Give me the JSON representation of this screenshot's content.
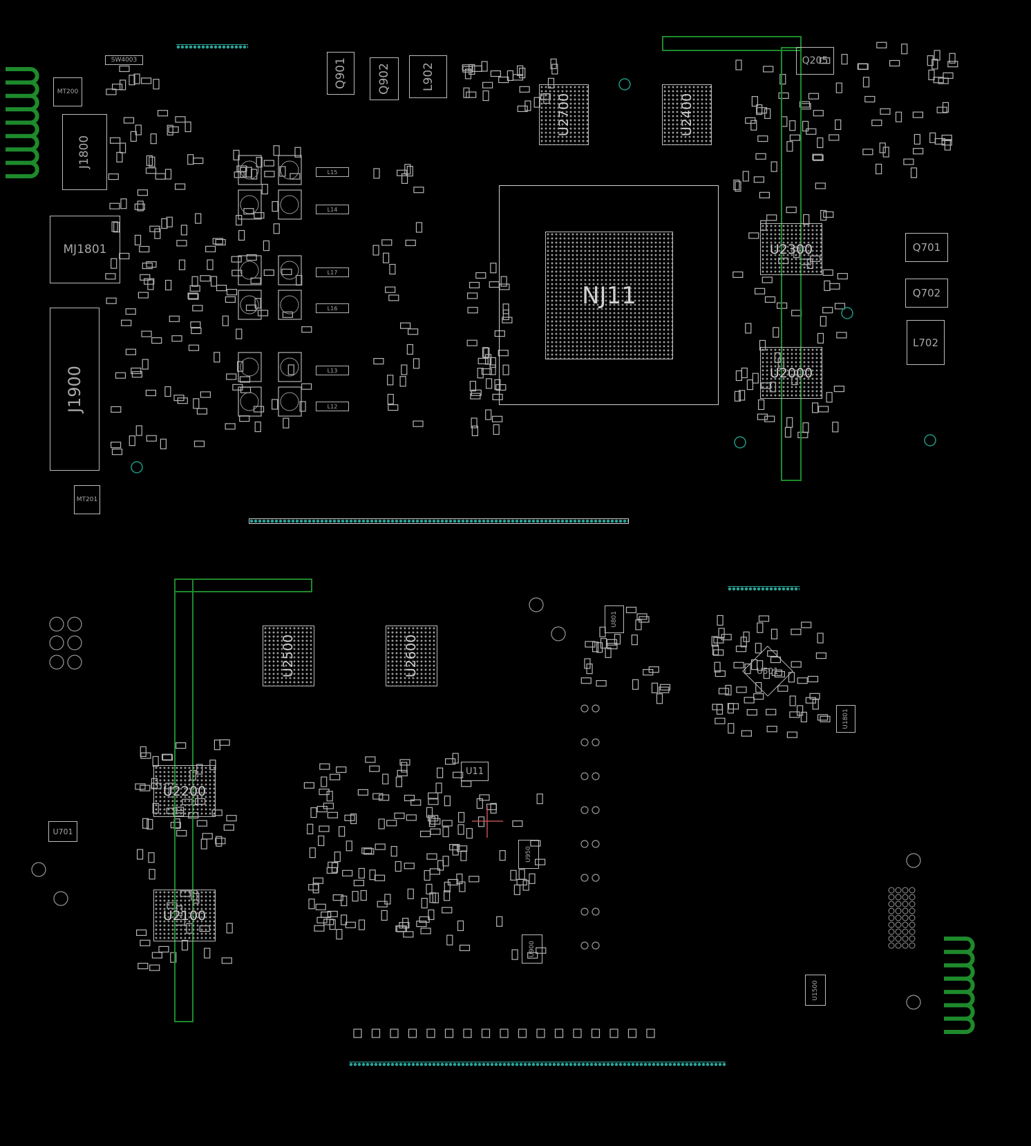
{
  "board": {
    "top_side": {
      "connectors": [
        {
          "id": "j1800",
          "label": "J1800"
        },
        {
          "id": "mj1801",
          "label": "MJ1801"
        },
        {
          "id": "j1900",
          "label": "J1900"
        },
        {
          "id": "mt200",
          "label": "MT200"
        },
        {
          "id": "mt201",
          "label": "MT201"
        },
        {
          "id": "sw4003",
          "label": "SW4003"
        }
      ],
      "components": [
        {
          "id": "q901",
          "label": "Q901"
        },
        {
          "id": "q902",
          "label": "Q902"
        },
        {
          "id": "l902",
          "label": "L902"
        },
        {
          "id": "u2700",
          "label": "U2700"
        },
        {
          "id": "u2400",
          "label": "U2400"
        },
        {
          "id": "q205",
          "label": "Q205"
        },
        {
          "id": "gpu",
          "label": "NJ11"
        },
        {
          "id": "u2300",
          "label": "U2300"
        },
        {
          "id": "u2000",
          "label": "U2000"
        },
        {
          "id": "q701",
          "label": "Q701"
        },
        {
          "id": "q702",
          "label": "Q702"
        },
        {
          "id": "l702",
          "label": "L702"
        }
      ],
      "inductors": [
        "L15",
        "L14",
        "L17",
        "L16",
        "L13",
        "L12"
      ]
    },
    "bottom_side": {
      "components": [
        {
          "id": "u2500",
          "label": "U2500"
        },
        {
          "id": "u2600",
          "label": "U2600"
        },
        {
          "id": "u2200",
          "label": "U2200"
        },
        {
          "id": "u2100",
          "label": "U2100"
        },
        {
          "id": "u701",
          "label": "U701"
        },
        {
          "id": "u11",
          "label": "U11"
        },
        {
          "id": "u801",
          "label": "U801"
        },
        {
          "id": "u501",
          "label": "U501"
        },
        {
          "id": "u1801",
          "label": "U1801"
        },
        {
          "id": "u1500",
          "label": "U1500"
        },
        {
          "id": "u950",
          "label": "U950"
        },
        {
          "id": "u900",
          "label": "U900"
        }
      ]
    },
    "colors": {
      "background": "#000000",
      "outline": "#bdbdbd",
      "trace_green": "#1e8a2c",
      "pin_teal": "#2aa79a"
    }
  }
}
